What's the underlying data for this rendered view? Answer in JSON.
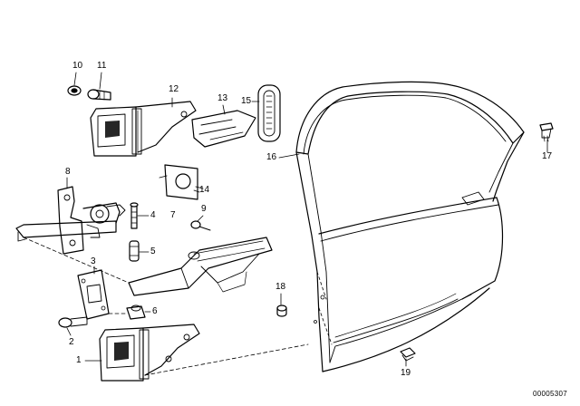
{
  "labels": {
    "p1": "1",
    "p2": "2",
    "p3": "3",
    "p4": "4",
    "p5": "5",
    "p6": "6",
    "p7": "7",
    "p8": "8",
    "p9": "9",
    "p10": "10",
    "p11": "11",
    "p12": "12",
    "p13": "13",
    "p14": "14",
    "p15": "15",
    "p16": "16",
    "p17": "17",
    "p18": "18",
    "p19": "19"
  },
  "reference_code": "00005307",
  "colors": {
    "line": "#000000",
    "background": "#ffffff"
  }
}
